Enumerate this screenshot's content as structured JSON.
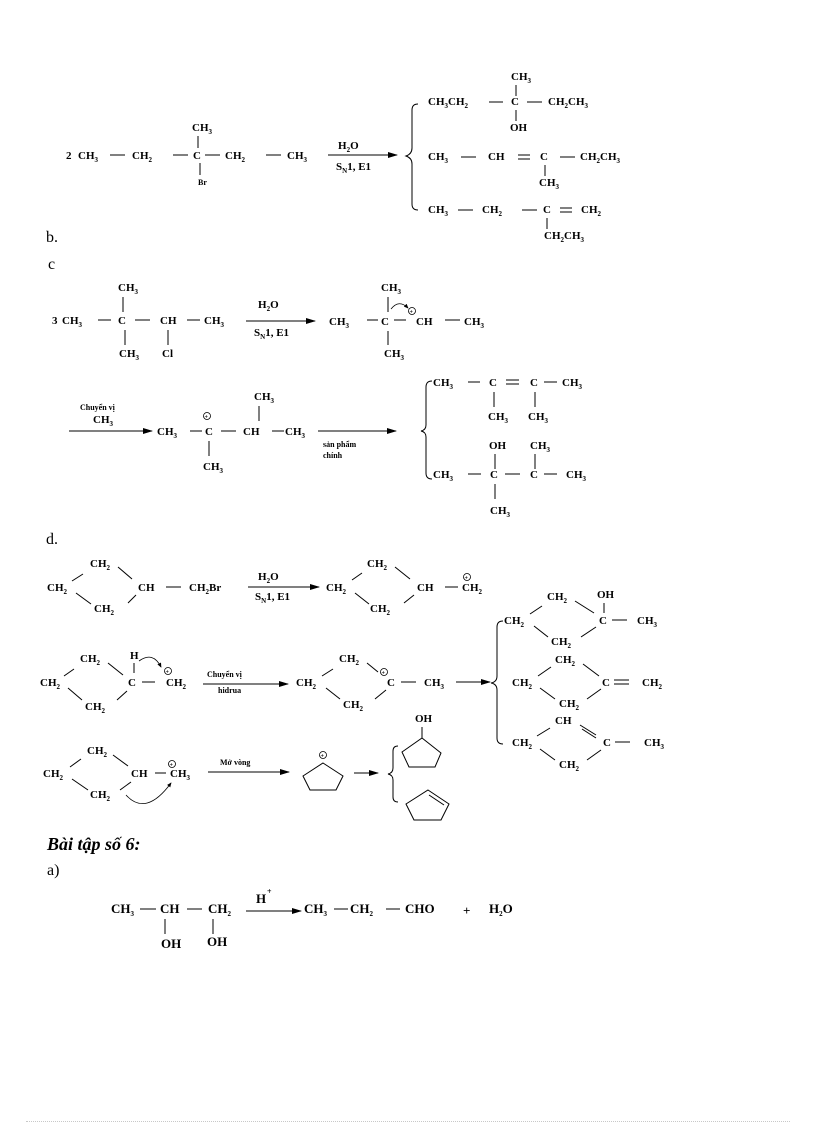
{
  "sections": {
    "b": {
      "label": "b."
    },
    "c": {
      "label": "c"
    },
    "d": {
      "label": "d."
    },
    "exercise6": {
      "heading": "Bài tập số 6:",
      "part_a": "a)"
    }
  },
  "reaction_b": {
    "coefficient": "2",
    "reactant": "CH3 — CH2 — C(CH3)(Br) — CH2 — CH3",
    "arrow_top": "H2O",
    "arrow_bottom": "SN1, E1",
    "products": [
      "CH3CH2 — C(CH3)(OH) — CH2CH3",
      "CH3 — CH = C(CH3) — CH2CH3",
      "CH3 — CH2 — C(=CH2) — CH2CH3"
    ]
  },
  "reaction_c": {
    "coefficient": "3",
    "reactant": "CH3 — C(CH3)2 — CH(Cl) — CH3",
    "arrow_top": "H2O",
    "arrow_bottom": "SN1, E1",
    "intermediate": "CH3 — C(CH3)2 — CH(+) — CH3",
    "rearrangement_top": "Chuyển vị",
    "rearrangement_group": "CH3",
    "rearranged_cation": "CH3 — C(+)(CH3) — CH(CH3) — CH3",
    "main_product_label_1": "sản phẩm",
    "main_product_label_2": "chính",
    "products": [
      "CH3 — C(CH3) = C(CH3) — CH3",
      "CH3 — C(OH)(CH3) — CH(CH3) — CH3"
    ]
  },
  "reaction_d": {
    "reactant": "cyclobutyl — CH2Br",
    "arrow_top": "H2O",
    "arrow_bottom": "SN1, E1",
    "cation": "cyclobutyl — CH2(+)",
    "hydride_shift_top": "Chuyển vị",
    "hydride_shift_bottom": "hidrua",
    "tertiary_cation": "cyclobutyl(+) — CH3",
    "products": [
      "1-methylcyclobutanol",
      "methylenecyclobutane",
      "1-methylcyclobutene"
    ],
    "ring_expansion_label": "Mở vòng",
    "expansion_products": [
      "cyclopentanol",
      "cyclopentene"
    ]
  },
  "reaction_6a": {
    "reactant": "CH3 — CH(OH) — CH2(OH)",
    "catalyst": "H+",
    "product": "CH3 — CH2 — CHO",
    "plus": "+",
    "byproduct": "H2O"
  },
  "glyphs": {
    "CH3": "CH",
    "CH2": "CH",
    "C": "C",
    "CH": "CH",
    "OH": "OH",
    "Br": "Br",
    "Cl": "Cl",
    "sub3": "3",
    "sub2": "2",
    "subN": "N",
    "H2O_H": "H",
    "H2O_O": "O",
    "SN1_S": "S",
    "SN1_rest": "1, E1",
    "plus_charge": "⊕",
    "Hplus_H": "H",
    "Hplus_sup": "+",
    "CH2Br_tail": "Br",
    "CHO": "CHO"
  }
}
